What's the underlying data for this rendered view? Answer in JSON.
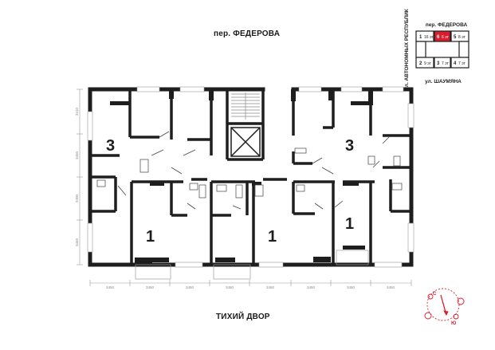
{
  "streets": {
    "top": "пер. ФЕДЕРОВА",
    "bottom": "ТИХИЙ ДВОР"
  },
  "apartments": [
    {
      "id": "apt-left",
      "rooms": "3"
    },
    {
      "id": "apt-right",
      "rooms": "3"
    },
    {
      "id": "apt-bottom-1",
      "rooms": "1"
    },
    {
      "id": "apt-bottom-2",
      "rooms": "1"
    },
    {
      "id": "apt-bottom-3",
      "rooms": "1"
    }
  ],
  "dimensions": {
    "left": [
      "3410",
      "3450",
      "3400",
      "3450"
    ],
    "bottom": [
      "3450",
      "3450",
      "3450",
      "3450",
      "3450",
      "3450",
      "3450",
      "3450"
    ]
  },
  "key_plan": {
    "top_street": "пер. ФЕДЕРОВА",
    "left_street": "ул. АВТОНОМНЫХ РЕСПУБЛИК",
    "bottom_street": "ул. ШАУМЯНА",
    "sections": [
      {
        "num": "1",
        "floors": "16 эт"
      },
      {
        "num": "6",
        "floors": "6 эт",
        "highlight": true
      },
      {
        "num": "5",
        "floors": "8 эт"
      },
      {
        "num": "2",
        "floors": "9 эт"
      },
      {
        "num": "3",
        "floors": "7 эт"
      },
      {
        "num": "4",
        "floors": "7 эт"
      }
    ]
  },
  "compass": {
    "north": "С",
    "south": "Ю"
  },
  "colors": {
    "wall": "#1e1e1e",
    "accent": "#d81e2c"
  }
}
